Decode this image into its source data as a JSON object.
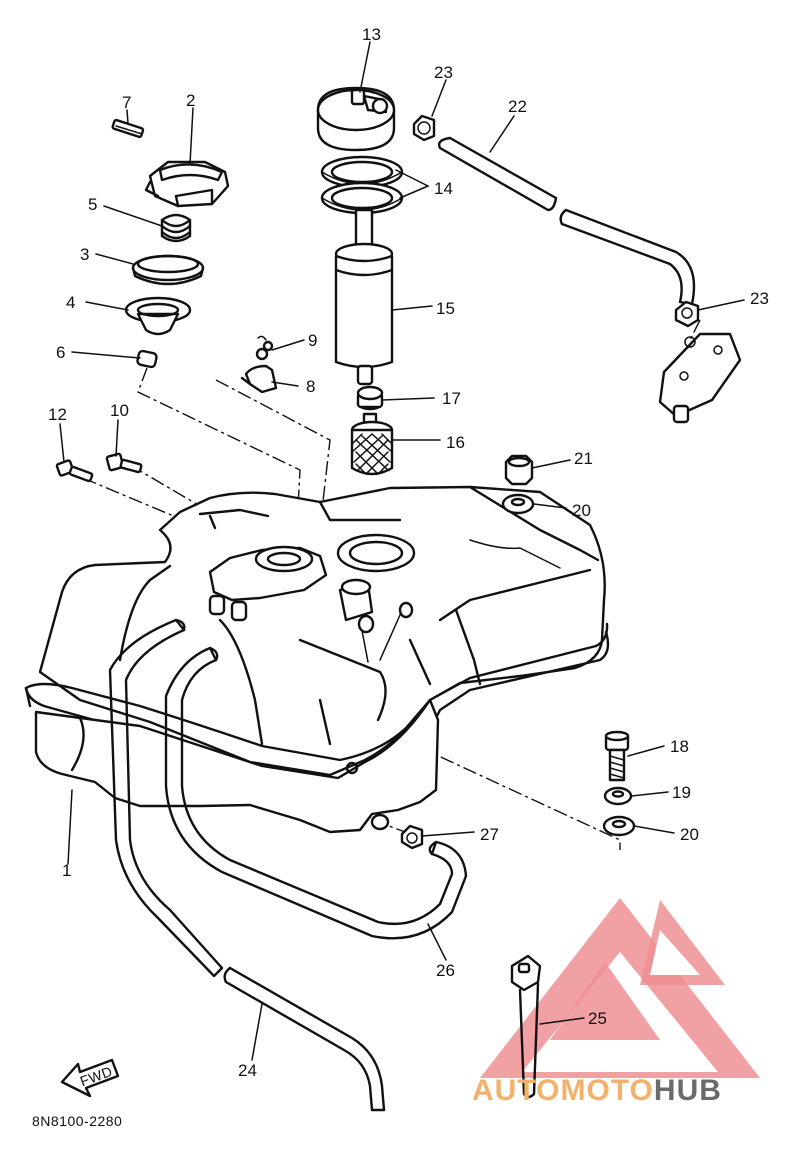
{
  "diagram": {
    "part_code": "8N8100-2280",
    "fwd_label": "FWD",
    "callouts": [
      {
        "label": "1"
      },
      {
        "label": "2"
      },
      {
        "label": "3"
      },
      {
        "label": "4"
      },
      {
        "label": "5"
      },
      {
        "label": "6"
      },
      {
        "label": "7"
      },
      {
        "label": "8"
      },
      {
        "label": "9"
      },
      {
        "label": "10"
      },
      {
        "label": "12"
      },
      {
        "label": "13"
      },
      {
        "label": "14"
      },
      {
        "label": "15"
      },
      {
        "label": "16"
      },
      {
        "label": "17"
      },
      {
        "label": "18"
      },
      {
        "label": "19"
      },
      {
        "label": "20"
      },
      {
        "label": "20"
      },
      {
        "label": "21"
      },
      {
        "label": "22"
      },
      {
        "label": "23"
      },
      {
        "label": "23"
      },
      {
        "label": "24"
      },
      {
        "label": "25"
      },
      {
        "label": "26"
      },
      {
        "label": "27"
      }
    ]
  },
  "watermark": {
    "part1": "AUTOMOTO",
    "part2": "HUB",
    "color_main": "#f3b26a",
    "color_alt": "#6b6b6b",
    "triangle_color": "#e8474c"
  }
}
